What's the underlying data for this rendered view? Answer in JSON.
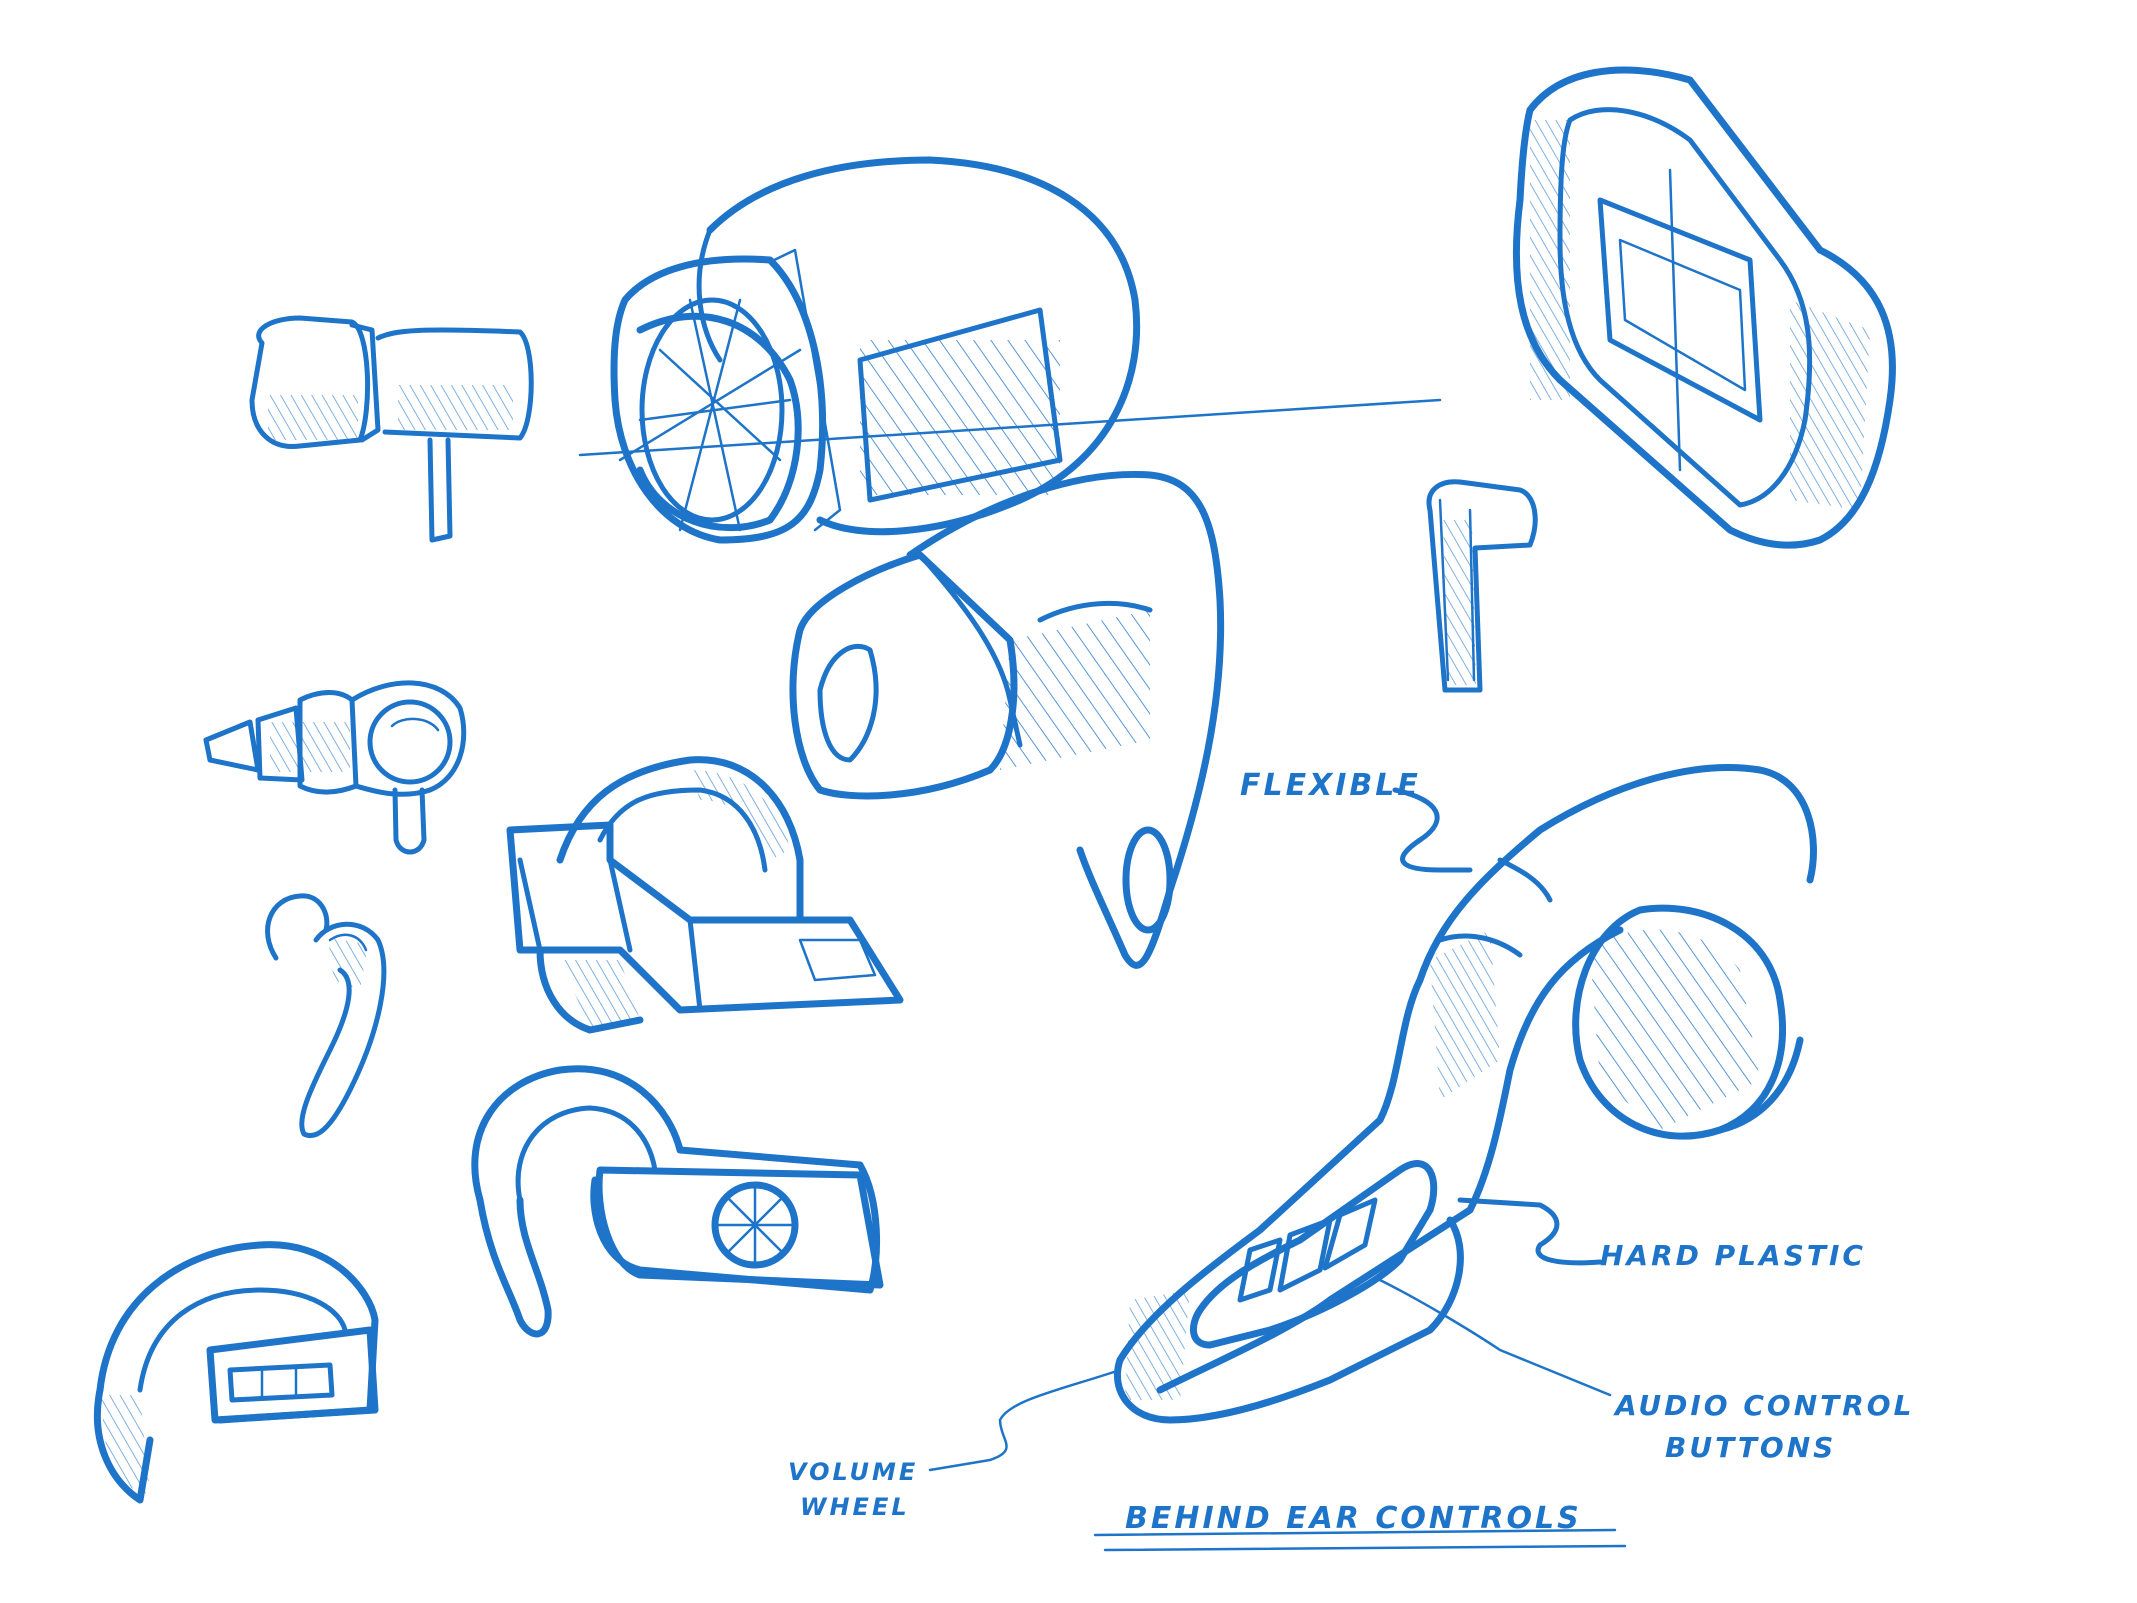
{
  "colors": {
    "ink": "#1e74c8",
    "paper": "#ffffff"
  },
  "annotations": {
    "flexible": "FLEXIBLE",
    "hard_plastic": "HARD PLASTIC",
    "audio_control_line1": "AUDIO CONTROL",
    "audio_control_line2": "BUTTONS",
    "volume_line1": "VOLUME",
    "volume_line2": "WHEEL",
    "caption": "BEHIND EAR CONTROLS"
  }
}
